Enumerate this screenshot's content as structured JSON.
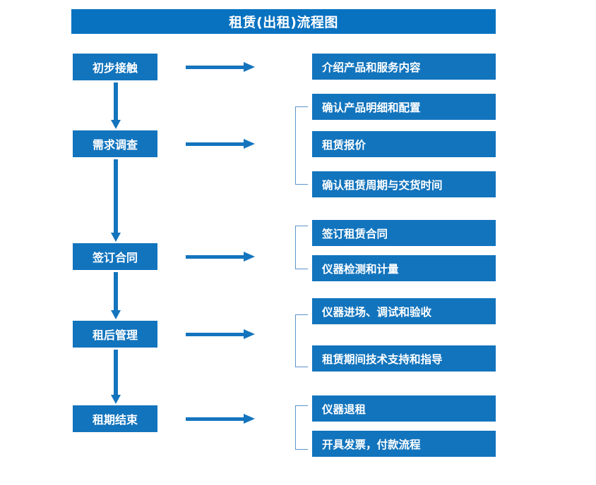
{
  "title": "租赁(出租)流程图",
  "colors": {
    "banner": "#0872c0",
    "box": "#1274bd",
    "arrow": "#1474bd",
    "bracket": "#5b93c7",
    "text": "#ffffff",
    "background": "#ffffff"
  },
  "stages": [
    {
      "label": "初步接触"
    },
    {
      "label": "需求调查"
    },
    {
      "label": "签订合同"
    },
    {
      "label": "租后管理"
    },
    {
      "label": "租期结束"
    }
  ],
  "details": {
    "group1": [
      {
        "label": "介绍产品和服务内容"
      }
    ],
    "group2": [
      {
        "label": "确认产品明细和配置"
      },
      {
        "label": "租赁报价"
      },
      {
        "label": "确认租赁周期与交货时间"
      }
    ],
    "group3": [
      {
        "label": "签订租赁合同"
      },
      {
        "label": "仪器检测和计量"
      }
    ],
    "group4": [
      {
        "label": "仪器进场、调试和验收"
      },
      {
        "label": "租赁期间技术支持和指导"
      }
    ],
    "group5": [
      {
        "label": "仪器退租"
      },
      {
        "label": "开具发票，付款流程"
      }
    ]
  }
}
